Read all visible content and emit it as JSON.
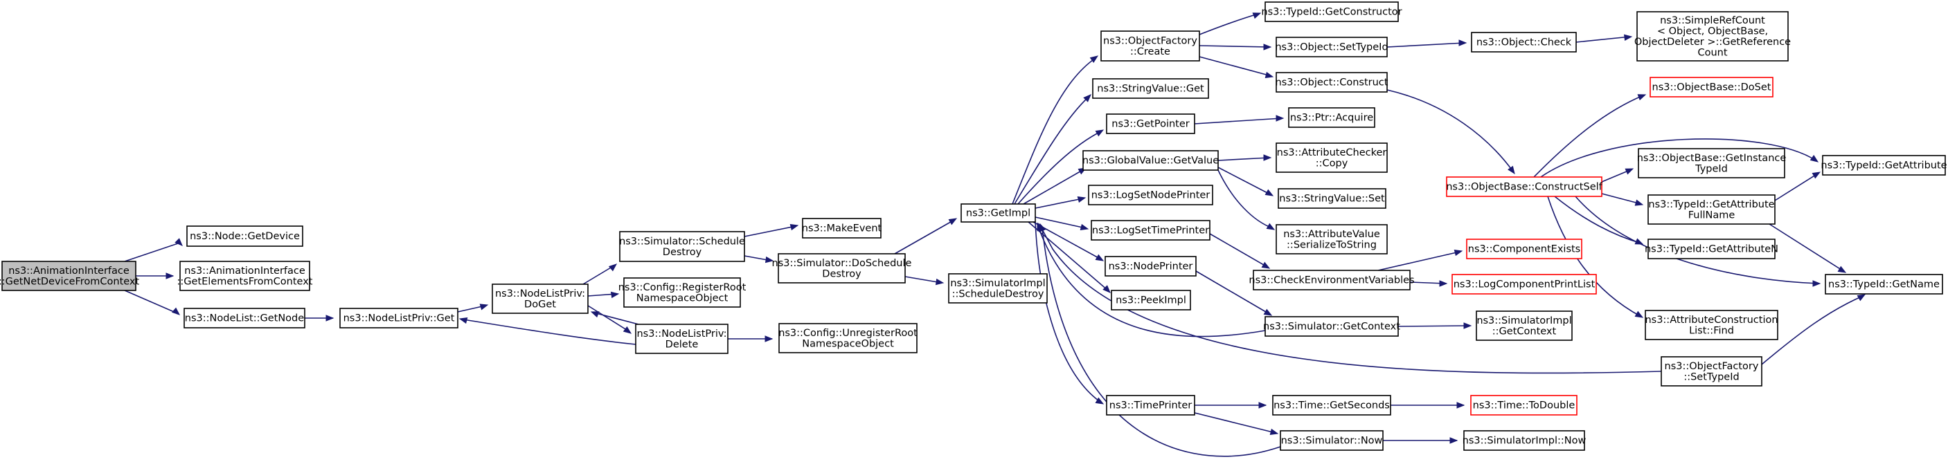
{
  "nodes": [
    {
      "id": "root",
      "lines": [
        "ns3::AnimationInterface",
        "::GetNetDeviceFromContext"
      ],
      "style": "root"
    },
    {
      "id": "node_getdevice",
      "lines": [
        "ns3::Node::GetDevice"
      ],
      "style": "normal"
    },
    {
      "id": "anim_getelements",
      "lines": [
        "ns3::AnimationInterface",
        "::GetElementsFromContext"
      ],
      "style": "normal"
    },
    {
      "id": "nodelist_getnode",
      "lines": [
        "ns3::NodeList::GetNode"
      ],
      "style": "normal"
    },
    {
      "id": "nlp_get",
      "lines": [
        "ns3::NodeListPriv::Get"
      ],
      "style": "normal"
    },
    {
      "id": "nlp_doget",
      "lines": [
        "ns3::NodeListPriv:",
        "DoGet"
      ],
      "style": "normal"
    },
    {
      "id": "sim_schedule_destroy",
      "lines": [
        "ns3::Simulator::Schedule",
        "Destroy"
      ],
      "style": "normal"
    },
    {
      "id": "cfg_register",
      "lines": [
        "ns3::Config::RegisterRoot",
        "NamespaceObject"
      ],
      "style": "normal"
    },
    {
      "id": "nlp_delete",
      "lines": [
        "ns3::NodeListPriv:",
        "Delete"
      ],
      "style": "normal"
    },
    {
      "id": "make_event",
      "lines": [
        "ns3::MakeEvent"
      ],
      "style": "normal"
    },
    {
      "id": "sim_doschedule",
      "lines": [
        "ns3::Simulator::DoSchedule",
        "Destroy"
      ],
      "style": "normal"
    },
    {
      "id": "cfg_unregister",
      "lines": [
        "ns3::Config::UnregisterRoot",
        "NamespaceObject"
      ],
      "style": "normal"
    },
    {
      "id": "getimpl",
      "lines": [
        "ns3::GetImpl"
      ],
      "style": "normal"
    },
    {
      "id": "simimpl_scheduledestroy",
      "lines": [
        "ns3::SimulatorImpl",
        "::ScheduleDestroy"
      ],
      "style": "normal"
    },
    {
      "id": "objfactory_create",
      "lines": [
        "ns3::ObjectFactory",
        "::Create"
      ],
      "style": "normal"
    },
    {
      "id": "stringvalue_get",
      "lines": [
        "ns3::StringValue::Get"
      ],
      "style": "normal"
    },
    {
      "id": "getpointer",
      "lines": [
        "ns3::GetPointer"
      ],
      "style": "normal"
    },
    {
      "id": "globalvalue_getvalue",
      "lines": [
        "ns3::GlobalValue::GetValue"
      ],
      "style": "normal"
    },
    {
      "id": "logsetnodeprinter",
      "lines": [
        "ns3::LogSetNodePrinter"
      ],
      "style": "normal"
    },
    {
      "id": "logsettimeprinter",
      "lines": [
        "ns3::LogSetTimePrinter"
      ],
      "style": "normal"
    },
    {
      "id": "nodeprinter",
      "lines": [
        "ns3::NodePrinter"
      ],
      "style": "normal"
    },
    {
      "id": "peekimpl",
      "lines": [
        "ns3::PeekImpl"
      ],
      "style": "normal"
    },
    {
      "id": "timeprinter",
      "lines": [
        "ns3::TimePrinter"
      ],
      "style": "normal"
    },
    {
      "id": "typeid_getconstructor",
      "lines": [
        "ns3::TypeId::GetConstructor"
      ],
      "style": "normal"
    },
    {
      "id": "object_settypeid",
      "lines": [
        "ns3::Object::SetTypeId"
      ],
      "style": "normal"
    },
    {
      "id": "object_construct",
      "lines": [
        "ns3::Object::Construct"
      ],
      "style": "normal"
    },
    {
      "id": "ptr_acquire",
      "lines": [
        "ns3::Ptr::Acquire"
      ],
      "style": "normal"
    },
    {
      "id": "attrchecker_copy",
      "lines": [
        "ns3::AttributeChecker",
        "::Copy"
      ],
      "style": "normal"
    },
    {
      "id": "stringvalue_set",
      "lines": [
        "ns3::StringValue::Set"
      ],
      "style": "normal"
    },
    {
      "id": "attrvalue_serialize",
      "lines": [
        "ns3::AttributeValue",
        "::SerializeToString"
      ],
      "style": "normal"
    },
    {
      "id": "checkenv",
      "lines": [
        "ns3::CheckEnvironmentVariables"
      ],
      "style": "normal"
    },
    {
      "id": "sim_getcontext",
      "lines": [
        "ns3::Simulator::GetContext"
      ],
      "style": "normal"
    },
    {
      "id": "time_getseconds",
      "lines": [
        "ns3::Time::GetSeconds"
      ],
      "style": "normal"
    },
    {
      "id": "sim_now",
      "lines": [
        "ns3::Simulator::Now"
      ],
      "style": "normal"
    },
    {
      "id": "object_check",
      "lines": [
        "ns3::Object::Check"
      ],
      "style": "normal"
    },
    {
      "id": "objbase_constructself",
      "lines": [
        "ns3::ObjectBase::ConstructSelf"
      ],
      "style": "red"
    },
    {
      "id": "componentexists",
      "lines": [
        "ns3::ComponentExists"
      ],
      "style": "red"
    },
    {
      "id": "logcomponentprintlist",
      "lines": [
        "ns3::LogComponentPrintList"
      ],
      "style": "red"
    },
    {
      "id": "simimpl_getcontext",
      "lines": [
        "ns3::SimulatorImpl",
        "::GetContext"
      ],
      "style": "normal"
    },
    {
      "id": "time_todouble",
      "lines": [
        "ns3::Time::ToDouble"
      ],
      "style": "red"
    },
    {
      "id": "simimpl_now",
      "lines": [
        "ns3::SimulatorImpl::Now"
      ],
      "style": "normal"
    },
    {
      "id": "objfactory_settypeid",
      "lines": [
        "ns3::ObjectFactory",
        "::SetTypeId"
      ],
      "style": "normal"
    },
    {
      "id": "simplerefcount",
      "lines": [
        "ns3::SimpleRefCount",
        "< Object, ObjectBase,",
        "ObjectDeleter >::GetReference",
        "Count"
      ],
      "style": "normal"
    },
    {
      "id": "objbase_doset",
      "lines": [
        "ns3::ObjectBase::DoSet"
      ],
      "style": "red"
    },
    {
      "id": "objbase_getinstancetypeid",
      "lines": [
        "ns3::ObjectBase::GetInstance",
        "TypeId"
      ],
      "style": "normal"
    },
    {
      "id": "typeid_getattributefullname",
      "lines": [
        "ns3::TypeId::GetAttribute",
        "FullName"
      ],
      "style": "normal"
    },
    {
      "id": "typeid_getattributen",
      "lines": [
        "ns3::TypeId::GetAttributeN"
      ],
      "style": "normal"
    },
    {
      "id": "attrconstructionlist_find",
      "lines": [
        "ns3::AttributeConstruction",
        "List::Find"
      ],
      "style": "normal"
    },
    {
      "id": "typeid_getattribute",
      "lines": [
        "ns3::TypeId::GetAttribute"
      ],
      "style": "normal"
    },
    {
      "id": "typeid_getname",
      "lines": [
        "ns3::TypeId::GetName"
      ],
      "style": "normal"
    }
  ],
  "colors": {
    "edge": "#191970",
    "root_fill": "#bfbfbf",
    "red_border": "#ff0000",
    "border": "#000000"
  }
}
